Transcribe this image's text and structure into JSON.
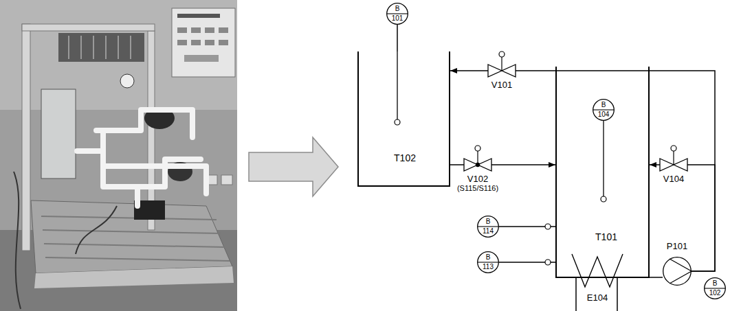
{
  "diagram": {
    "nodes": [
      {
        "text": [
          "B",
          "101"
        ]
      },
      {
        "text": [
          "T102"
        ]
      },
      {
        "text": [
          "V101"
        ]
      },
      {
        "text": [
          "V102",
          "(S115/S116)"
        ]
      },
      {
        "text": [
          "T101"
        ]
      },
      {
        "text": [
          "B",
          "104"
        ],
        "in": 4
      },
      {
        "text": [
          "V104"
        ]
      },
      {
        "text": [
          "B",
          "114"
        ]
      },
      {
        "text": [
          "B",
          "113"
        ]
      },
      {
        "text": [
          "E104"
        ]
      },
      {
        "text": [
          "P101"
        ]
      },
      {
        "text": [
          "B",
          "102"
        ]
      }
    ],
    "edges": [
      {
        "from": 0,
        "to": 1,
        "arrow": "none"
      },
      {
        "from": 2,
        "to": 1,
        "arrow": "to"
      },
      {
        "from": 1,
        "to": 3,
        "arrow": "none"
      },
      {
        "from": 3,
        "to": 4,
        "arrow": "to"
      },
      {
        "from": 4,
        "to": 10,
        "arrow": "none"
      },
      {
        "from": 10,
        "to": 6,
        "arrow": "none"
      },
      {
        "from": 6,
        "to": 4,
        "arrow": "to"
      },
      {
        "from": 10,
        "to": 2,
        "arrow": "none"
      },
      {
        "from": 7,
        "to": 4,
        "arrow": "none"
      },
      {
        "from": 8,
        "to": 4,
        "arrow": "none"
      }
    ]
  }
}
